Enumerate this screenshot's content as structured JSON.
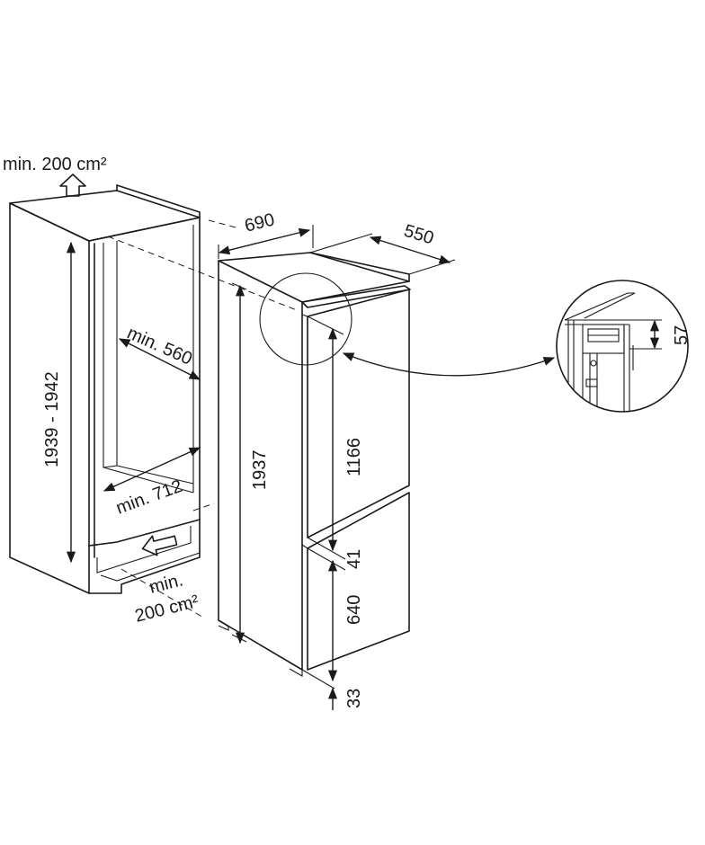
{
  "airflow": {
    "top_label": "min. 200 cm²",
    "bottom_label_line1": "min.",
    "bottom_label_line2": "200 cm²"
  },
  "niche": {
    "height_label": "1939 - 1942",
    "depth_label": "min. 560",
    "width_label": "min. 712"
  },
  "appliance": {
    "depth_label": "690",
    "width_label": "550",
    "height_label": "1937",
    "upper_door_label": "1166",
    "door_gap_label": "41",
    "lower_door_label": "640",
    "bottom_gap_label": "33"
  },
  "detail": {
    "hinge_label": "57"
  },
  "colors": {
    "line": "#1a1a1a",
    "background": "#ffffff"
  }
}
